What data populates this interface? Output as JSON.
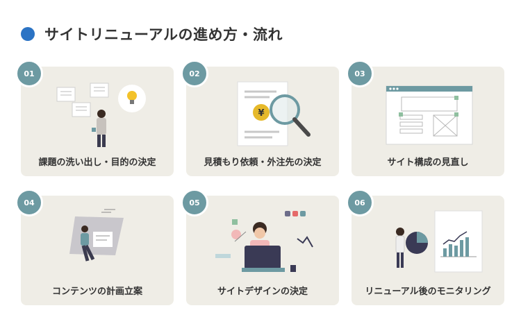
{
  "heading": {
    "title": "サイトリニューアルの進め方・流れ",
    "accent": "#2b73c4"
  },
  "colors": {
    "card_bg": "#efede6",
    "badge": "#6d9aa2",
    "text": "#333333"
  },
  "steps": [
    {
      "num": "01",
      "label": "課題の洗い出し・目的の決定",
      "icon": "person-with-lightbulb-illustration"
    },
    {
      "num": "02",
      "label": "見積もり依頼・外注先の決定",
      "icon": "yen-document-magnifier-illustration"
    },
    {
      "num": "03",
      "label": "サイト構成の見直し",
      "icon": "website-wireframe-illustration"
    },
    {
      "num": "04",
      "label": "コンテンツの計画立案",
      "icon": "person-with-content-board-illustration"
    },
    {
      "num": "05",
      "label": "サイトデザインの決定",
      "icon": "designer-at-laptop-illustration"
    },
    {
      "num": "06",
      "label": "リニューアル後のモニタリング",
      "icon": "analytics-charts-illustration"
    }
  ]
}
